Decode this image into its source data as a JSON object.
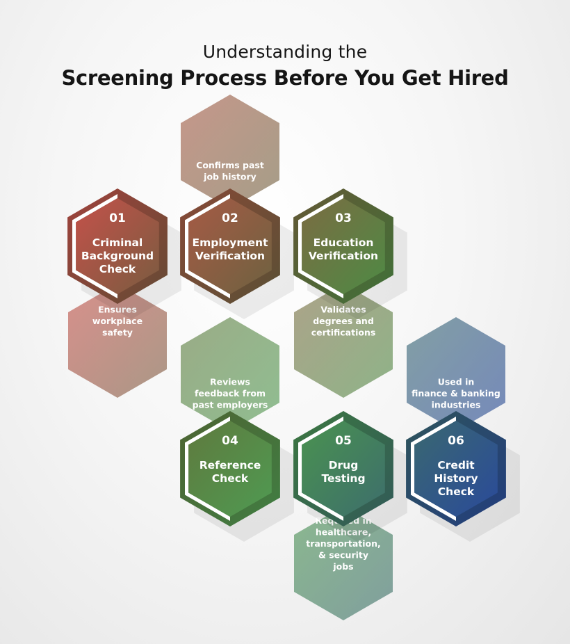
{
  "header": {
    "title_line1": "Understanding the",
    "title_line2": "Screening Process Before You Get Hired"
  },
  "steps": [
    {
      "number": "01",
      "title": [
        "Criminal",
        "Background",
        "Check"
      ],
      "note": [
        "Ensures",
        "workplace",
        "safety"
      ],
      "note_position": "below",
      "colors": {
        "start": "#c4514a",
        "end": "#7a5c40"
      }
    },
    {
      "number": "02",
      "title": [
        "Employment",
        "Verification"
      ],
      "note": [
        "Confirms past",
        "job history"
      ],
      "note_position": "above",
      "colors": {
        "start": "#a65a45",
        "end": "#6e6240"
      }
    },
    {
      "number": "03",
      "title": [
        "Education",
        "Verification"
      ],
      "note": [
        "Validates",
        "degrees and",
        "certifications"
      ],
      "note_position": "below",
      "colors": {
        "start": "#7b6c42",
        "end": "#4e8a45"
      }
    },
    {
      "number": "04",
      "title": [
        "Reference",
        "Check"
      ],
      "note": [
        "Reviews",
        "feedback from",
        "past employers"
      ],
      "note_position": "above",
      "colors": {
        "start": "#5f7a3e",
        "end": "#4f9a52"
      }
    },
    {
      "number": "05",
      "title": [
        "Drug",
        "Testing"
      ],
      "note": [
        "Required in",
        "healthcare,",
        "transportation,",
        "& security",
        "jobs"
      ],
      "note_position": "below",
      "colors": {
        "start": "#4a9250",
        "end": "#3d6e6c"
      }
    },
    {
      "number": "06",
      "title": [
        "Credit",
        "History",
        "Check"
      ],
      "note": [
        "Used in",
        "finance & banking",
        "industries"
      ],
      "note_position": "above",
      "colors": {
        "start": "#3a6870",
        "end": "#2a4a9a"
      }
    }
  ]
}
